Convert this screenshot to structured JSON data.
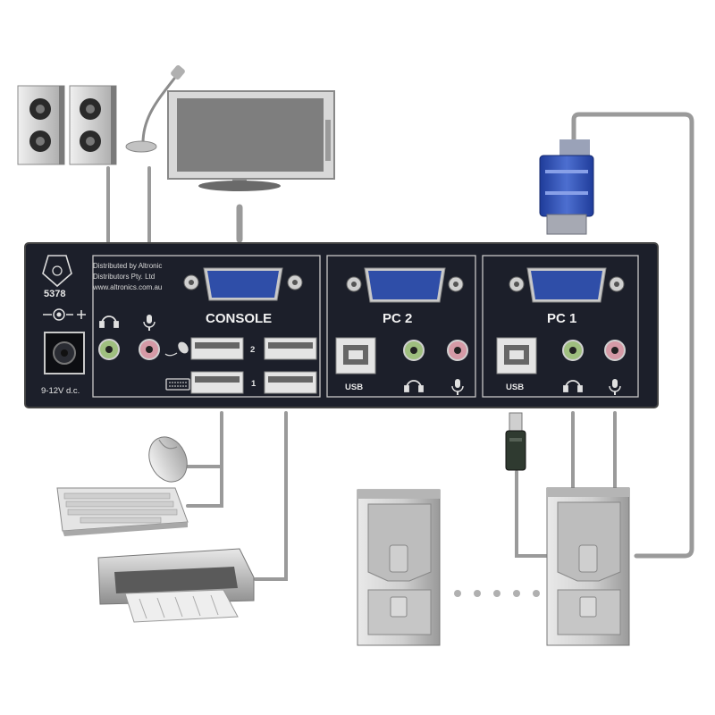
{
  "panel": {
    "cert_number": "5378",
    "distributor_line1": "Distributed by Altronic",
    "distributor_line2": "Distributors Pty. Ltd",
    "website": "www.altronics.com.au",
    "power_rating": "9-12V d.c.",
    "console_label": "CONSOLE",
    "pc2_label": "PC 2",
    "pc1_label": "PC 1",
    "usb_label": "USB",
    "usb_port_2": "2",
    "usb_port_1": "1"
  },
  "colors": {
    "panel_body": "#1c1f2a",
    "panel_border": "#c8c8c8",
    "cable": "#9a9a9a",
    "vga_blue": "#2f4ea8",
    "audio_green": "#9fbf7f",
    "audio_pink": "#d59aa6"
  }
}
